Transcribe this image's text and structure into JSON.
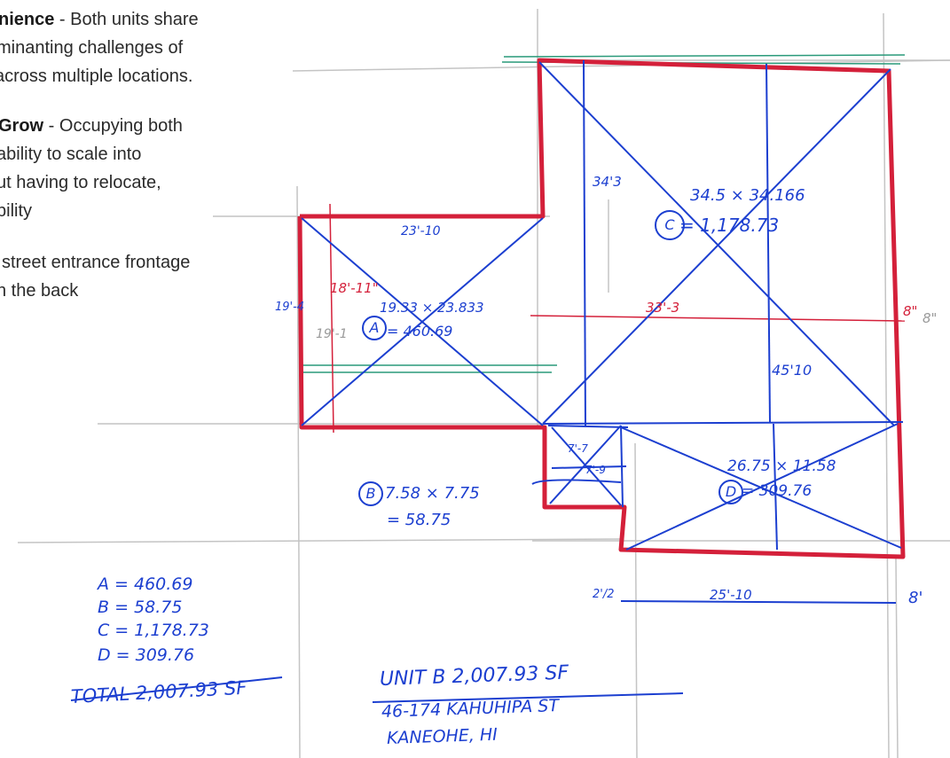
{
  "notes": {
    "item1_bold": "nience",
    "item1_rest": " - Both units share",
    "item1_line2": "minanting challenges of",
    "item1_line3": "across multiple locations.",
    "item2_bold": "Grow",
    "item2_rest": " - Occupying both",
    "item2_line2": "ability to scale into",
    "item2_line3": "ut having to relocate,",
    "item2_line4": "bility",
    "item3_line1": "street entrance frontage",
    "item3_line2": "n the back"
  },
  "sketch": {
    "colors": {
      "wall": "#d4203a",
      "ink": "#1c3fd0",
      "pencil": "#b8b8b8",
      "teal": "#2a9a7a"
    },
    "area_a": {
      "label": "A",
      "calc": "19.33 × 23.833",
      "result": "= 460.69"
    },
    "area_b": {
      "label": "B",
      "calc": "7.58 × 7.75",
      "result": "= 58.75"
    },
    "area_c": {
      "label": "C",
      "calc": "34.5 × 34.166",
      "result": "= 1,178.73"
    },
    "area_d": {
      "label": "D",
      "calc": "26.75 × 11.58",
      "result": "= 309.76"
    },
    "dims": {
      "top_a": "23'-10",
      "left_a1": "18'-11\"",
      "left_a2": "19'-4",
      "left_a3": "19'-1",
      "c_vert": "34'3",
      "mid_red": "33'-3",
      "right_c": "45'10",
      "right_tick": "8\"",
      "right_tick2": "8\"",
      "small_b1": "7'-7",
      "small_b2": "7'-9",
      "bottom_small": "2'/2",
      "bottom_d": "25'-10",
      "bottom_right": "8'"
    },
    "totals": {
      "a": "A = 460.69",
      "b": "B = 58.75",
      "c": "C = 1,178.73",
      "d": "D = 309.76",
      "total": "TOTAL 2,007.93 SF"
    },
    "unit": {
      "line1": "UNIT B    2,007.93 SF",
      "line2": "46-174 KAHUHIPA ST",
      "line3": "KANEOHE, HI"
    }
  }
}
